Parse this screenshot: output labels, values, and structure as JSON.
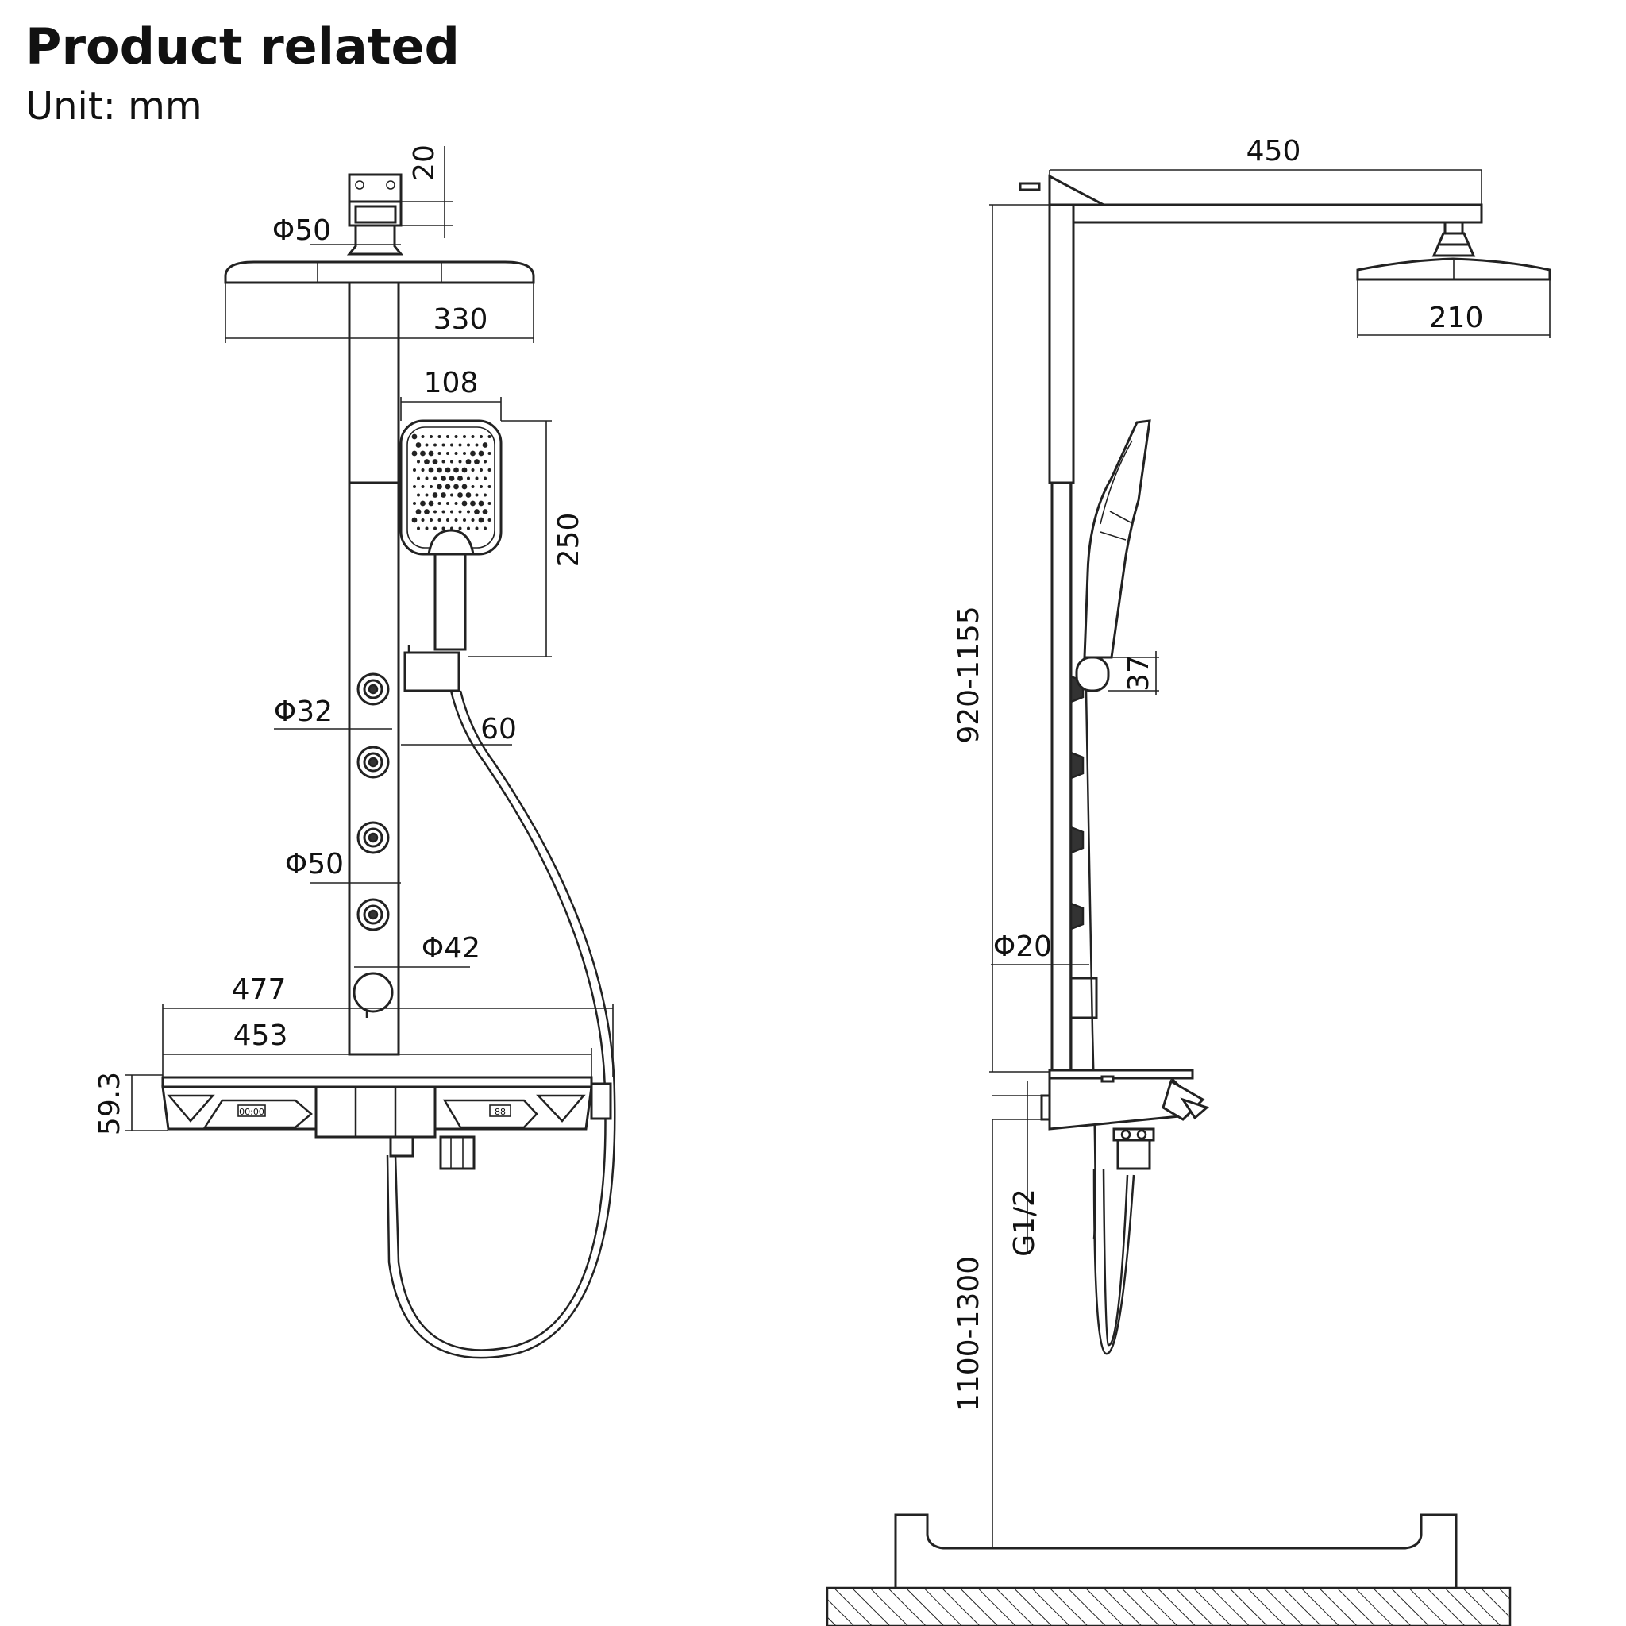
{
  "header": {
    "title": "Product related",
    "unit": "Unit: mm"
  },
  "front_view": {
    "dims": {
      "top_height": "20",
      "holder_dia": "Φ50",
      "head_width": "330",
      "hand_width": "108",
      "hand_length": "250",
      "jet_dia": "Φ32",
      "bracket_offset": "60",
      "jet_dia_2": "Φ50",
      "knob_dia": "Φ42",
      "shelf_outer": "477",
      "shelf_inner": "453",
      "shelf_height": "59.3"
    },
    "display_left": "00:00",
    "display_right": "88"
  },
  "side_view": {
    "dims": {
      "arm_length": "450",
      "head_dia": "210",
      "column_range": "920-1155",
      "bracket_height": "37",
      "pipe_dia": "Φ20",
      "inlet": "G1/2",
      "floor_range": "1100-1300"
    }
  }
}
